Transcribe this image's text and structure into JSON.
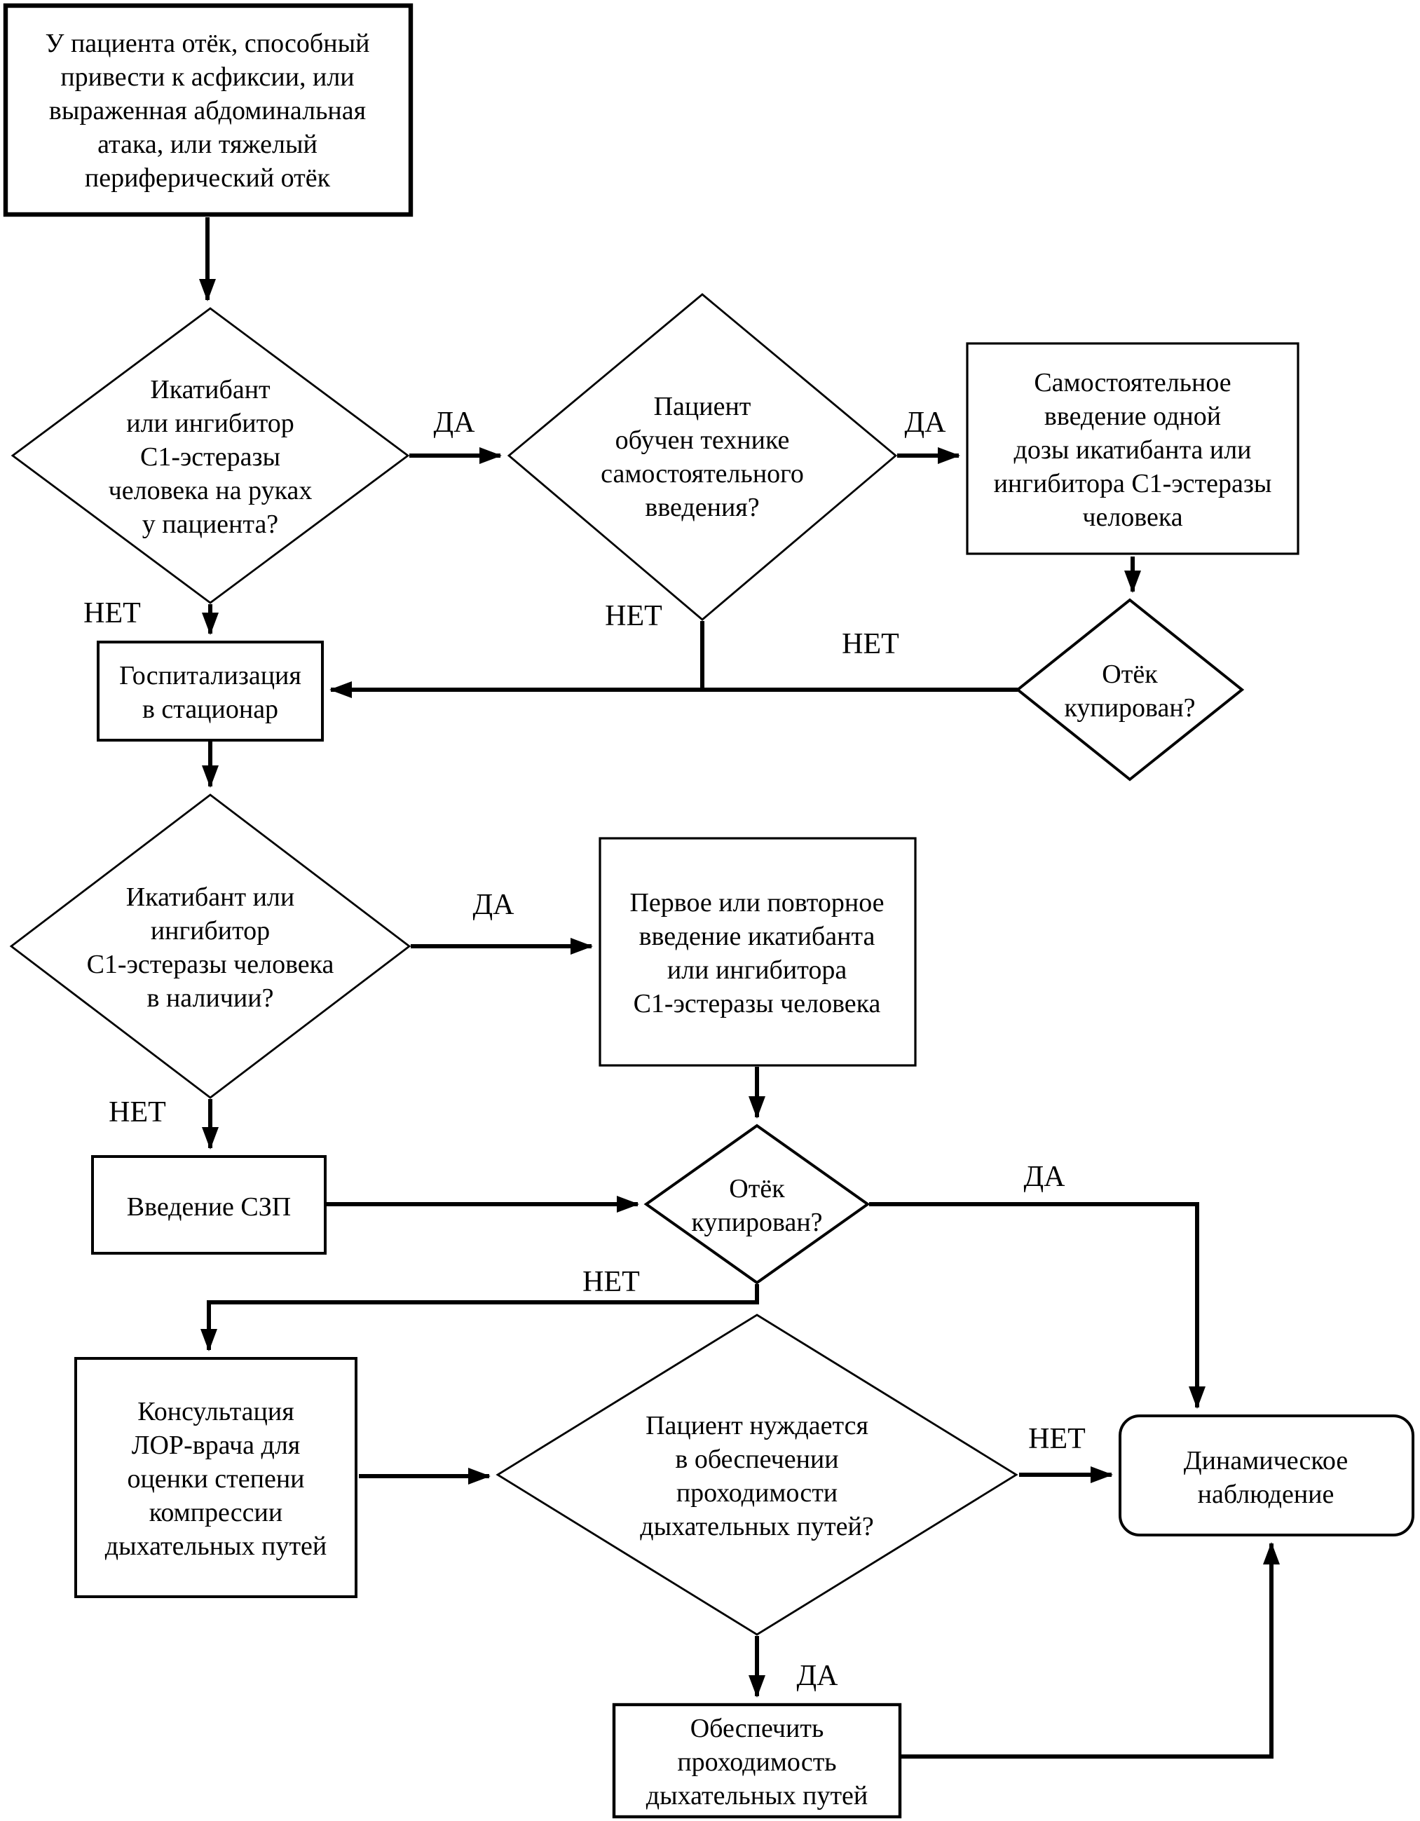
{
  "diagram": {
    "labels": {
      "yes": "ДА",
      "no": "НЕТ"
    },
    "nodes": {
      "start": {
        "type": "process",
        "lines": [
          "У пациента отёк, способный",
          "привести к асфиксии, или",
          "выраженная абдоминальная",
          "атака, или тяжелый",
          "периферический отёк"
        ]
      },
      "drug_on_hand": {
        "type": "decision",
        "lines": [
          "Икатибант",
          "или ингибитор",
          "С1-эстеразы",
          "человека на руках",
          "у пациента?"
        ]
      },
      "self_admin_trained": {
        "type": "decision",
        "lines": [
          "Пациент",
          "обучен технике",
          "самостоятельного",
          "введения?"
        ]
      },
      "self_admin_dose": {
        "type": "process",
        "lines": [
          "Самостоятельное",
          "введение одной",
          "дозы икатибанта или",
          "ингибитора С1-эстеразы",
          "человека"
        ]
      },
      "edema_resolved_1": {
        "type": "decision",
        "lines": [
          "Отёк",
          "купирован?"
        ]
      },
      "hospitalization": {
        "type": "process",
        "lines": [
          "Госпитализация",
          "в стационар"
        ]
      },
      "drug_available": {
        "type": "decision",
        "lines": [
          "Икатибант или",
          "ингибитор",
          "С1-эстеразы человека",
          "в наличии?"
        ]
      },
      "first_or_repeat_dose": {
        "type": "process",
        "lines": [
          "Первое или повторное",
          "введение икатибанта",
          "или ингибитора",
          "С1-эстеразы человека"
        ]
      },
      "ffp_administration": {
        "type": "process",
        "lines": [
          "Введение СЗП"
        ]
      },
      "edema_resolved_2": {
        "type": "decision",
        "lines": [
          "Отёк",
          "купирован?"
        ]
      },
      "ent_consultation": {
        "type": "process",
        "lines": [
          "Консультация",
          "ЛОР-врача для",
          "оценки степени",
          "компрессии",
          "дыхательных путей"
        ]
      },
      "airway_support_needed": {
        "type": "decision",
        "lines": [
          "Пациент нуждается",
          "в обеспечении",
          "проходимости",
          "дыхательных путей?"
        ]
      },
      "dynamic_observation": {
        "type": "terminal",
        "lines": [
          "Динамическое",
          "наблюдение"
        ]
      },
      "secure_airway": {
        "type": "process",
        "lines": [
          "Обеспечить",
          "проходимость",
          "дыхательных путей"
        ]
      }
    }
  }
}
